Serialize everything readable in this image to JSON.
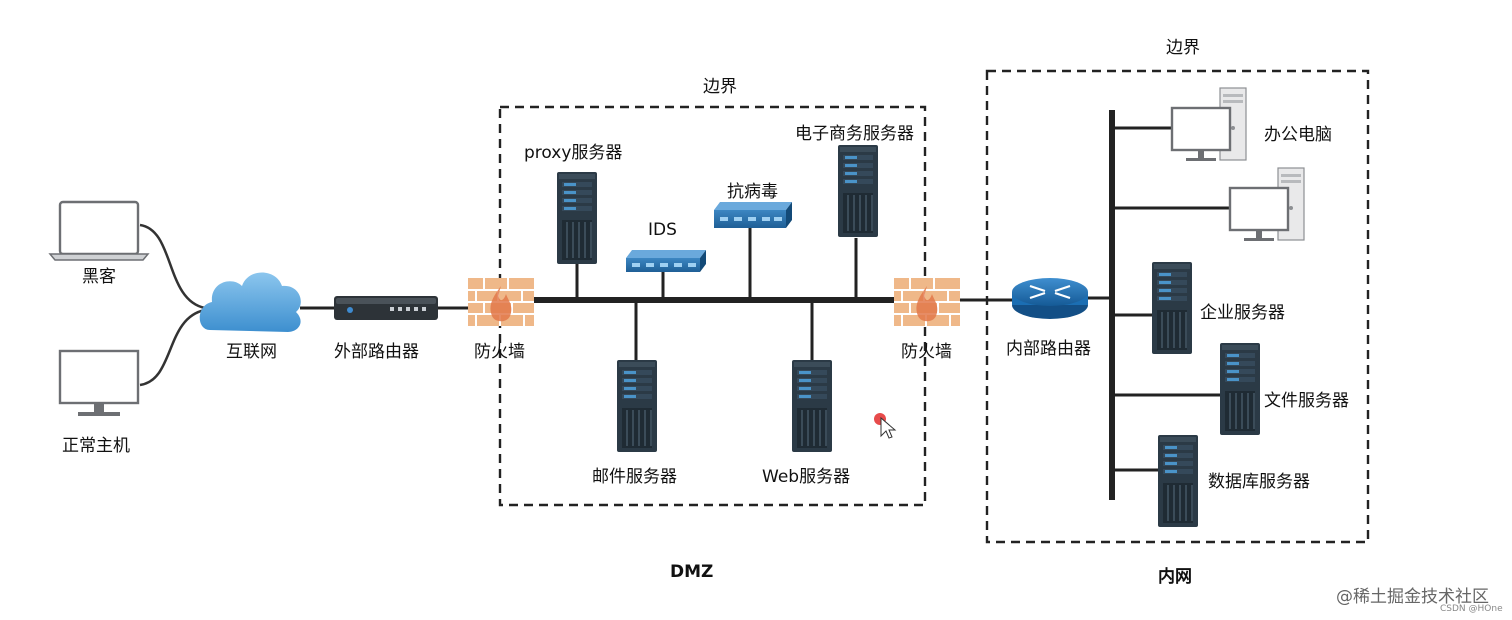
{
  "boundaries": {
    "dmz_boundary_label": "边界",
    "dmz_zone_label": "DMZ",
    "intranet_boundary_label": "边界",
    "intranet_zone_label": "内网"
  },
  "nodes": {
    "hacker": "黑客",
    "normal_host": "正常主机",
    "internet": "互联网",
    "external_router": "外部路由器",
    "firewall_outer": "防火墙",
    "proxy_server": "proxy服务器",
    "ids": "IDS",
    "antivirus": "抗病毒",
    "ecommerce_server": "电子商务服务器",
    "mail_server": "邮件服务器",
    "web_server": "Web服务器",
    "firewall_inner": "防火墙",
    "internal_router": "内部路由器",
    "office_pc": "办公电脑",
    "enterprise_server": "企业服务器",
    "file_server": "文件服务器",
    "database_server": "数据库服务器"
  },
  "watermark": {
    "main": "@稀土掘金技术社区",
    "sub": "CSDN @HOne"
  },
  "colors": {
    "server_body": "#2b3a46",
    "server_accent": "#4a93c8",
    "firewall": "#e8a872",
    "router": "#1b6eb3",
    "cloud": "#5aa7de",
    "bus": "#222222"
  }
}
